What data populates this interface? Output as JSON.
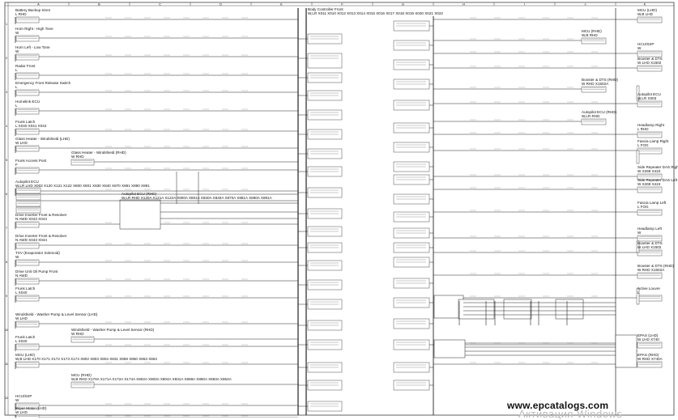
{
  "grid": {
    "columns": [
      "A",
      "B",
      "C",
      "D",
      "E",
      "F",
      "G",
      "H",
      "I",
      "J",
      "K"
    ],
    "rows": [
      "1",
      "2",
      "3",
      "4",
      "5",
      "6",
      "7",
      "8",
      "9",
      "10",
      "11",
      "12"
    ]
  },
  "left_connectors": [
    {
      "name": "Battery Backup Siren",
      "sub": "L  RHD"
    },
    {
      "name": "Horn Right - High Tone",
      "sub": "W"
    },
    {
      "name": "Horn Left - Low Tone",
      "sub": "W"
    },
    {
      "name": "Radar Front",
      "sub": "L"
    },
    {
      "name": "Emergency Front Release Switch",
      "sub": "L"
    },
    {
      "name": "Homelink ECU",
      "sub": "L"
    },
    {
      "name": "Frunk Latch",
      "sub": "L  X040  X041  X042"
    },
    {
      "name": "Glass Heater - Windshield (LHD)",
      "sub": "W  LHD"
    },
    {
      "name": "Frunk Access Post",
      "sub": "F"
    },
    {
      "name": "Autopilot ECU",
      "sub": "W,LR  LHD  X003  X120  X121  X122  X800  X801  X830  X840  X870  X881  X890  X891"
    },
    {
      "name": "Drive Inverter Front & Resolver",
      "sub": "N  AWD  X043  X044"
    },
    {
      "name": "Drive Inverter Front & Resolver",
      "sub": "N  AWD  X043  X044"
    },
    {
      "name": "TXV (Evaporator Solenoid)",
      "sub": "W"
    },
    {
      "name": "Drive Unit Oil Pump Front",
      "sub": "N  AWD"
    },
    {
      "name": "Frunk Latch",
      "sub": "L  X040"
    },
    {
      "name": "Windshield - Washer Pump & Level Sensor (LHD)",
      "sub": "W  LHD"
    },
    {
      "name": "Frunk Latch",
      "sub": "L  X040"
    },
    {
      "name": "MCU (LHD)",
      "sub": "W,B  LHD  X170  X171  X172  X173  X174  X802  X803  X804  X831  X859  X860  X863  X864"
    },
    {
      "name": "HCU/SSP",
      "sub": "W"
    },
    {
      "name": "Wiper Motor (LHD)",
      "sub": "W  LHD"
    }
  ],
  "mid_connectors": [
    {
      "name": "Glass Heater - Windshield (RHD)",
      "sub": "W  RHD"
    },
    {
      "name": "Autopilot ECU (RHD)",
      "sub": "W,LR  RHD  X120A  X121A  X122A  X800A  X801A  X830A  X840A  X870A  X881A  X890A  X891A"
    },
    {
      "name": "Windshield - Washer Pump & Level Sensor (RHD)",
      "sub": "W  RHD"
    },
    {
      "name": "MCU (RHD)",
      "sub": "W,B  RHD  X170A  X171A  X172A  X174A  X802A  X803A  X804A  X831A  X859A  X860A  X863A  X864A"
    }
  ],
  "body_controller": {
    "title": "Body Controller Front",
    "pins": "W,LR  X011  X010  X012  X013  X014  X015  X016  X017  X018  X019  X020  X021  X022"
  },
  "right_connectors": [
    {
      "name": "MCU (LHD)",
      "sub": "W,B  LHD"
    },
    {
      "name": "MCU (RHD)",
      "sub": "W,B  RHD"
    },
    {
      "name": "HCU/SSP",
      "sub": "W"
    },
    {
      "name": "Booster & DTS",
      "sub": "W  LHD  X1502"
    },
    {
      "name": "Booster & DTS (RHD)",
      "sub": "W  RHD  X1502A"
    },
    {
      "name": "Autopilot ECU",
      "sub": "W,LR  X003"
    },
    {
      "name": "Autopilot ECU (RHD)",
      "sub": "W,LR  RHD"
    },
    {
      "name": "Headlamp Right",
      "sub": "L  RHD"
    },
    {
      "name": "Fascia Lamp Right",
      "sub": "L  FOG"
    },
    {
      "name": "Side Repeater DAS Right",
      "sub": "W  X269  X424"
    },
    {
      "name": "Side Repeater DAS Left",
      "sub": "W  X269  X424"
    },
    {
      "name": "Fascia Lamp Left",
      "sub": "L  FOG"
    },
    {
      "name": "Headlamp Left",
      "sub": "W"
    },
    {
      "name": "Booster & DTS",
      "sub": "W  LHD  X1502"
    },
    {
      "name": "Booster & DTS (RHD)",
      "sub": "W  RHD  X1502A"
    },
    {
      "name": "Active Louvre",
      "sub": "L"
    },
    {
      "name": "EPAS (LHD)",
      "sub": "W  LHD  X740"
    },
    {
      "name": "EPAS (RHD)",
      "sub": "W  RHD  X740A"
    }
  ],
  "watermark": "www.epcatalogs.com",
  "watermark_sub": "Активация Windows"
}
